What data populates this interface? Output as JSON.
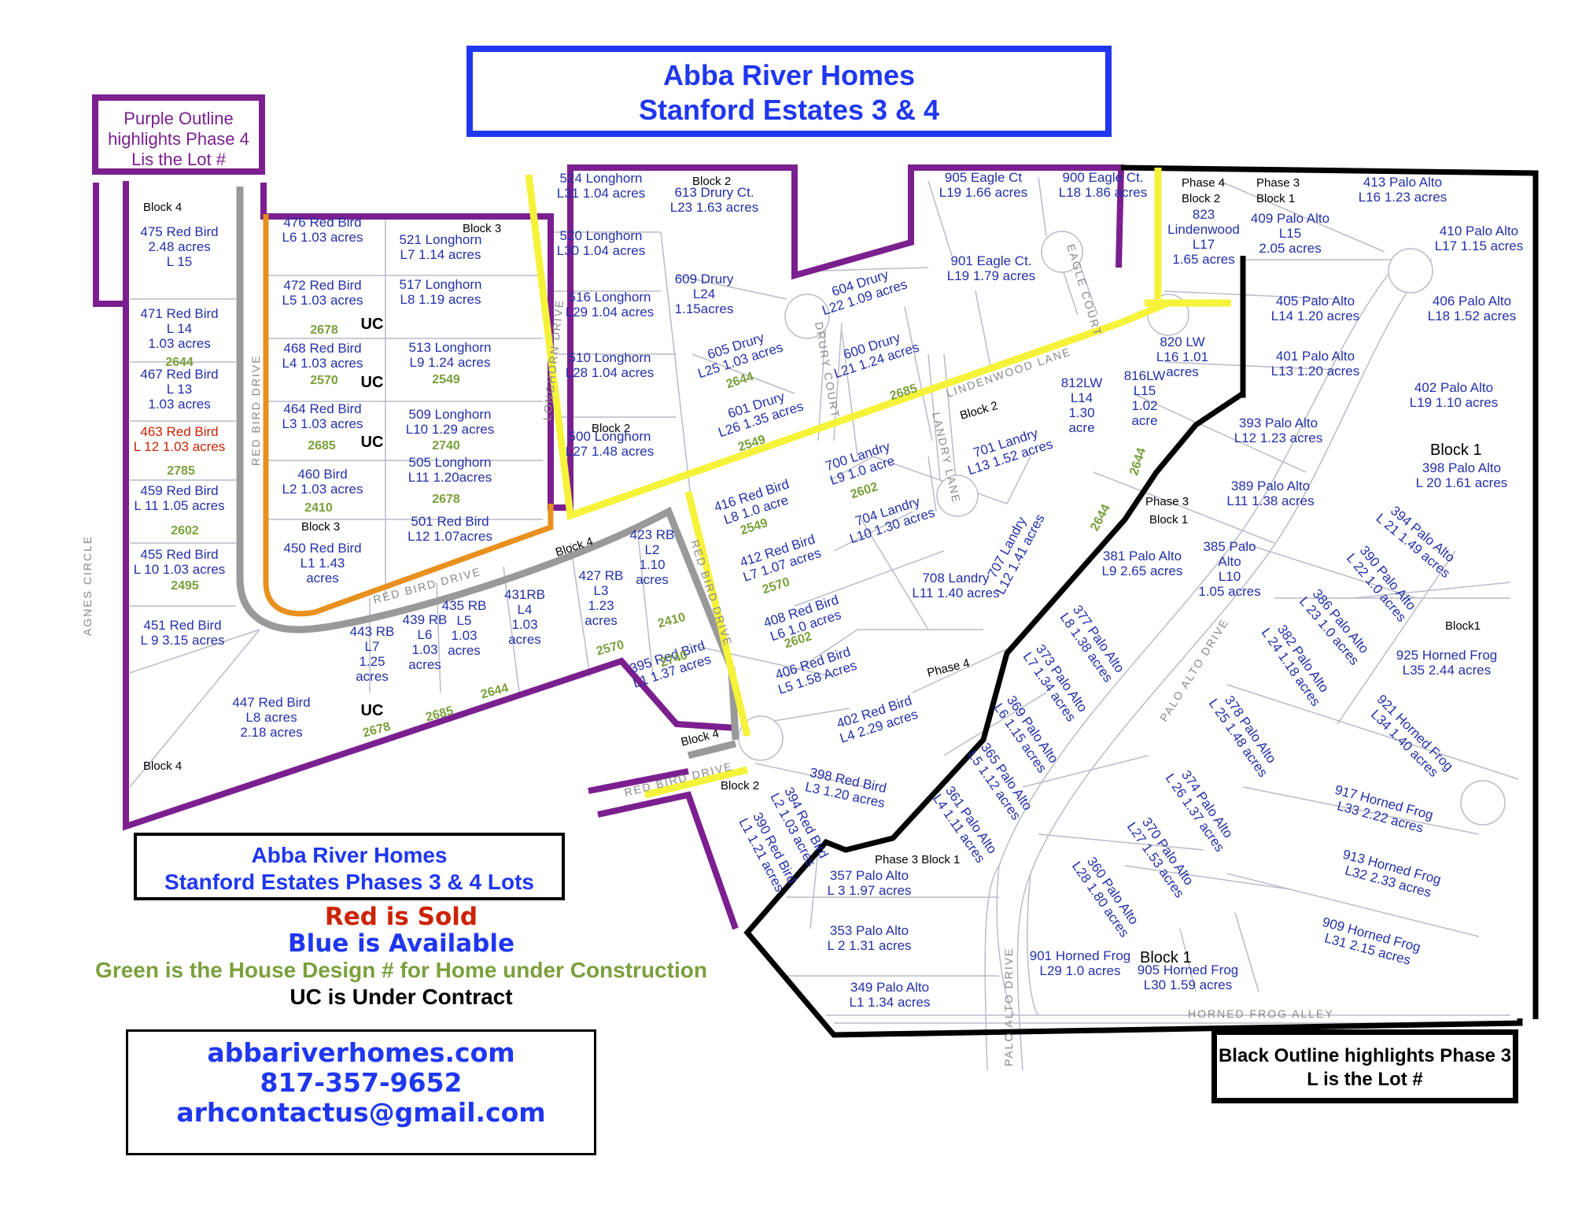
{
  "title": {
    "line1": "Abba River Homes",
    "line2": "Stanford Estates 3 & 4"
  },
  "phase4_note": {
    "line1": "Purple Outline",
    "line2": "highlights Phase 4",
    "line3": "Lis the Lot #"
  },
  "phase3_note": {
    "line1": "Black Outline highlights Phase 3",
    "line2": "L is the Lot #"
  },
  "legend": {
    "title1": "Abba River Homes",
    "title2": "Stanford Estates Phases 3 & 4 Lots",
    "sold": "Red is Sold",
    "available": "Blue is Available",
    "design": "Green is the House Design # for Home under Construction",
    "uc": "UC is Under Contract"
  },
  "contact": {
    "website": "abbariverhomes.com",
    "phone": "817-357-9652",
    "email": "arhcontactus@gmail.com"
  },
  "colors": {
    "phase4_outline": "#7b1f8f",
    "phase3_outline": "#000000",
    "block3_road": "#e8901e",
    "red_bird_drive": "#999999",
    "highlight_road": "#f5f23a",
    "available": "#2330a8",
    "sold": "#cc2200",
    "design": "#7aa03c",
    "title_blue": "#1f37f0"
  },
  "streets": {
    "agnes": "AGNES CIRCLE",
    "redbird_v": "RED BIRD DRIVE",
    "redbird_h": "RED BIRD DRIVE",
    "redbird_e": "RED BIRD DRIVE",
    "redbird_low": "RED BIRD DRIVE",
    "longhorn": "LONGHORN DRIVE",
    "drury": "DRURY COURT",
    "lindenwood": "LINDENWOOD LANE",
    "eagle": "EAGLE COURT",
    "landry": "LANDRY LANE",
    "paloalto": "PALO ALTO DRIVE",
    "paloalto_low": "PALO ALTO DRIVE",
    "hornedfrog": "HORNED FROG ALLEY"
  },
  "labels": {
    "blk4_tl": "Block 4",
    "blk4_bl": "Block 4",
    "blk3_a": "Block 3",
    "blk3_b": "Block 3",
    "blk2_top": "Block 2",
    "blk2_mid": "Block 2",
    "blk2_lw": "Block 2",
    "blk4_rb": "Block 4",
    "blk4_se": "Block 4",
    "blk2_bot": "Block 2",
    "ph4blk2_1": "Phase 4",
    "ph4blk2_2": "Block 2",
    "ph3blk1_1": "Phase 3",
    "ph3blk1_2": "Block 1",
    "ph3blk1m_1": "Phase 3",
    "ph3blk1m_2": "Block 1",
    "ph3blk1b": "Phase 3 Block 1",
    "phase4": "Phase 4",
    "block1_a": "Block 1",
    "block1_b": "Block1",
    "block1_c": "Block 1"
  },
  "lots": [
    {
      "l1": "475 Red Bird",
      "l2": "2.48 acres",
      "l3": "L 15"
    },
    {
      "l1": "471 Red Bird",
      "l2": "L 14",
      "l3": "1.03 acres"
    },
    {
      "l1": "467 Red Bird",
      "l2": "L 13",
      "l3": "1.03 acres"
    },
    {
      "l1": "463 Red Bird",
      "l2": "L 12 1.03 acres"
    },
    {
      "l1": "459 Red Bird",
      "l2": "L 11 1.05 acres"
    },
    {
      "l1": "455 Red Bird",
      "l2": "L 10 1.03 acres"
    },
    {
      "l1": "451 Red Bird",
      "l2": "L 9 3.15 acres"
    },
    {
      "l1": "447 Red Bird",
      "l2": "L8 acres",
      "l3": "2.18 acres"
    },
    {
      "l1": "476 Red Bird",
      "l2": "L6 1.03 acres"
    },
    {
      "l1": "472 Red Bird",
      "l2": "L5 1.03 acres"
    },
    {
      "l1": "468 Red Bird",
      "l2": "L4 1.03 acres"
    },
    {
      "l1": "464 Red Bird",
      "l2": "L3 1.03 acres"
    },
    {
      "l1": "460 Bird",
      "l2": "L2 1.03 acres"
    },
    {
      "l1": "450 Red Bird",
      "l2": "L1  1.43",
      "l3": "acres"
    },
    {
      "l1": "521 Longhorn",
      "l2": "L7 1.14 acres"
    },
    {
      "l1": "517 Longhorn",
      "l2": "L8 1.19 acres"
    },
    {
      "l1": "513 Longhorn",
      "l2": "L9 1.24 acres"
    },
    {
      "l1": "509 Longhorn",
      "l2": "L10 1.29 acres"
    },
    {
      "l1": "505 Longhorn",
      "l2": "L11 1.20acres"
    },
    {
      "l1": "501 Red Bird",
      "l2": "L12 1.07acres"
    },
    {
      "l1": "524 Longhorn",
      "l2": "L31 1.04 acres"
    },
    {
      "l1": "520 Longhorn",
      "l2": "L30 1.04 acres"
    },
    {
      "l1": "516 Longhorn",
      "l2": "L29 1.04 acres"
    },
    {
      "l1": "510 Longhorn",
      "l2": "L28 1.04 acres"
    },
    {
      "l1": "500 Longhorn",
      "l2": "L27 1.48 acres"
    },
    {
      "l1": "613 Drury Ct.",
      "l2": "L23 1.63 acres"
    },
    {
      "l1": "609 Drury",
      "l2": "L24",
      "l3": "1.15acres"
    },
    {
      "l1": "604 Drury",
      "l2": "L22  1.09 acres"
    },
    {
      "l1": "605 Drury",
      "l2": "L25 1.03 acres"
    },
    {
      "l1": "601 Drury",
      "l2": "L26 1.35 acres"
    },
    {
      "l1": "600 Drury",
      "l2": "L21 1.24 acres"
    },
    {
      "l1": "905 Eagle Ct",
      "l2": "L19 1.66 acres"
    },
    {
      "l1": "900 Eagle Ct.",
      "l2": "L18 1.86 acres"
    },
    {
      "l1": "901 Eagle Ct.",
      "l2": "L19 1.79 acres"
    },
    {
      "l1": "823",
      "l2": "Lindenwood",
      "l3": "L17",
      "l4": "1.65 acres"
    },
    {
      "l1": "820 LW",
      "l2": "L16 1.01",
      "l3": "acres"
    },
    {
      "l1": "816LW",
      "l2": "L15",
      "l3": "1.02",
      "l4": "acre"
    },
    {
      "l1": "812LW",
      "l2": "L14",
      "l3": "1.30",
      "l4": "acre"
    },
    {
      "l1": "701 Landry",
      "l2": "L13 1.52 acres"
    },
    {
      "l1": "700 Landry",
      "l2": "L9 1.0 acre"
    },
    {
      "l1": "704 Landry",
      "l2": "L10 1.30 acres"
    },
    {
      "l1": "707 Landry",
      "l2": "L12 1.41 acres"
    },
    {
      "l1": "708 Landry",
      "l2": "L11 1.40 acres"
    },
    {
      "l1": "416 Red Bird",
      "l2": "L8 1.0 acre"
    },
    {
      "l1": "412 Red Bird",
      "l2": "L7 1.07 acres"
    },
    {
      "l1": "408 Red Bird",
      "l2": "L6 1.0 acres"
    },
    {
      "l1": "406 Red Bird",
      "l2": "L5 1.58 Acres"
    },
    {
      "l1": "402 Red Bird",
      "l2": "L4 2.29 acres"
    },
    {
      "l1": "398 Red Bird",
      "l2": "L3 1.20 acres"
    },
    {
      "l1": "394 Red Bird",
      "l2": "L2 1.03 acres"
    },
    {
      "l1": "390 Red Bird",
      "l2": "L1 1.21 acres"
    },
    {
      "l1": "443 RB",
      "l2": "L7",
      "l3": "1.25",
      "l4": "acres"
    },
    {
      "l1": "439 RB",
      "l2": "L6",
      "l3": "1.03",
      "l4": "acres"
    },
    {
      "l1": "435 RB",
      "l2": "L5",
      "l3": "1.03",
      "l4": "acres"
    },
    {
      "l1": "431RB",
      "l2": "L4",
      "l3": "1.03",
      "l4": "acres"
    },
    {
      "l1": "427 RB",
      "l2": "L3",
      "l3": "1.23",
      "l4": "acres"
    },
    {
      "l1": "423 RB",
      "l2": "L2",
      "l3": "1.10",
      "l4": "acres"
    },
    {
      "l1": "395 Red Bird",
      "l2": "L1 1.37 acres"
    },
    {
      "l1": "409 Palo Alto",
      "l2": "L15",
      "l3": "2.05 acres"
    },
    {
      "l1": "413 Palo Alto",
      "l2": "L16 1.23 acres"
    },
    {
      "l1": "410 Palo Alto",
      "l2": "L17 1.15 acres"
    },
    {
      "l1": "405 Palo Alto",
      "l2": "L14 1.20 acres"
    },
    {
      "l1": "406 Palo Alto",
      "l2": "L18 1.52 acres"
    },
    {
      "l1": "401 Palo Alto",
      "l2": "L13 1.20 acres"
    },
    {
      "l1": "402 Palo Alto",
      "l2": "L19 1.10 acres"
    },
    {
      "l1": "393 Palo Alto",
      "l2": "L12 1.23 acres"
    },
    {
      "l1": "389 Palo Alto",
      "l2": "L11 1.38 acres"
    },
    {
      "l1": "398 Palo Alto",
      "l2": "L 20 1.61 acres"
    },
    {
      "l1": "385 Palo",
      "l2": "Alto",
      "l3": "L10",
      "l4": "1.05 acres"
    },
    {
      "l1": "381 Palo Alto",
      "l2": "L9 2.65 acres"
    },
    {
      "l1": "394 Palo Alto",
      "l2": "L 21 1.49 acres"
    },
    {
      "l1": "390 Palo Alto",
      "l2": "L 22 1.0 acres"
    },
    {
      "l1": "386 Palo Alto",
      "l2": "L 23 1.0 acres"
    },
    {
      "l1": "382 Palo Alto",
      "l2": "L 24 1.18 acres"
    },
    {
      "l1": "378 Palo Alto",
      "l2": "L 25 1.48 acres"
    },
    {
      "l1": "374 Palo Alto",
      "l2": "L 26 1.37 acres"
    },
    {
      "l1": "370 Palo Alto",
      "l2": "L27 1.53 acres"
    },
    {
      "l1": "360 Palo Alto",
      "l2": "L28 1.80 acres"
    },
    {
      "l1": "377 Palo Alto",
      "l2": "L8 1.38 acres"
    },
    {
      "l1": "373 Palo Alto",
      "l2": "L7 1.34 acres"
    },
    {
      "l1": "369 Palo Alto",
      "l2": "L6 1.15 acres"
    },
    {
      "l1": "365 Palo Alto",
      "l2": "L5 1.12 acres"
    },
    {
      "l1": "361 Palo Alto",
      "l2": "L4 1.11 acres"
    },
    {
      "l1": "357 Palo Alto",
      "l2": "L 3 1.97 acres"
    },
    {
      "l1": "353 Palo Alto",
      "l2": "L 2 1.31 acres"
    },
    {
      "l1": "349 Palo Alto",
      "l2": "L1 1.34 acres"
    },
    {
      "l1": "925 Horned Frog",
      "l2": "L35 2.44 acres"
    },
    {
      "l1": "921 Horned Frog",
      "l2": "L34 1.40 acres"
    },
    {
      "l1": "917 Horned Frog",
      "l2": "L33 2.22 acres"
    },
    {
      "l1": "913 Horned Frog",
      "l2": "L32 2.33 acres"
    },
    {
      "l1": "909 Horned Frog",
      "l2": "L31 2.15 acres"
    },
    {
      "l1": "905 Horned Frog",
      "l2": "L30 1.59 acres"
    },
    {
      "l1": "901 Horned Frog",
      "l2": "L29 1.0 acres"
    }
  ],
  "designs": [
    "2644",
    "2785",
    "2602",
    "2495",
    "2678",
    "2570",
    "2549",
    "2685",
    "2740",
    "2410",
    "2678",
    "2644",
    "2549",
    "2685",
    "2644",
    "2549",
    "2602",
    "2570",
    "2602",
    "2740",
    "2644",
    "2678",
    "2685",
    "2644",
    "2570",
    "2410"
  ],
  "uc": [
    "UC",
    "UC",
    "UC",
    "UC"
  ]
}
